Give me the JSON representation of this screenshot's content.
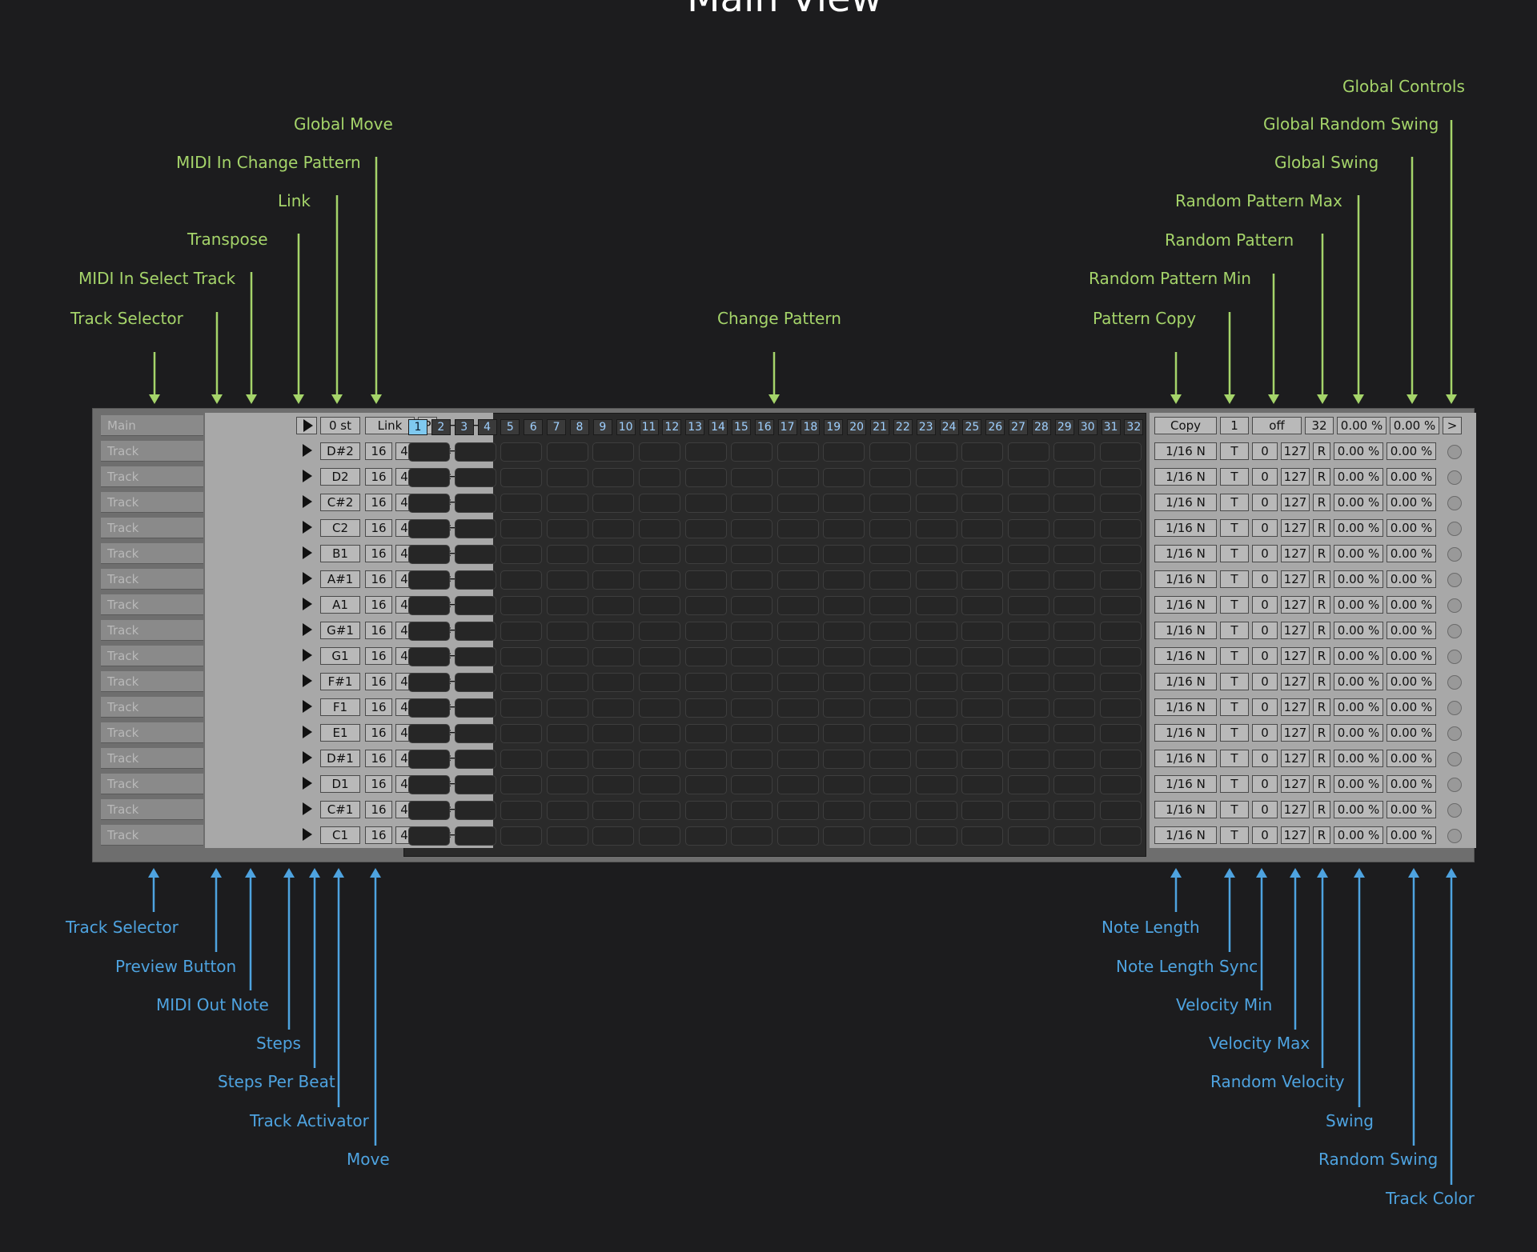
{
  "title": "Main View",
  "colors": {
    "green": "#a5d46a",
    "blue": "#4ea3e0",
    "activator": "#f0a030",
    "pattern_active": "#7fc9f0"
  },
  "main_row": {
    "label": "Main",
    "transpose": "0 st",
    "link": "Link",
    "midi_in_pattern": "P",
    "move_left": "←",
    "move_right": "→",
    "patterns": [
      "1",
      "2",
      "3",
      "4",
      "5",
      "6",
      "7",
      "8",
      "9",
      "10",
      "11",
      "12",
      "13",
      "14",
      "15",
      "16",
      "17",
      "18",
      "19",
      "20",
      "21",
      "22",
      "23",
      "24",
      "25",
      "26",
      "27",
      "28",
      "29",
      "30",
      "31",
      "32"
    ],
    "active_pattern": "1",
    "copy": "Copy",
    "random_min": "1",
    "random": "off",
    "random_max": "32",
    "swing": "0.00 %",
    "random_swing": "0.00 %",
    "global_controls": ">"
  },
  "tracks": [
    {
      "label": "Track",
      "note": "D#2"
    },
    {
      "label": "Track",
      "note": "D2"
    },
    {
      "label": "Track",
      "note": "C#2"
    },
    {
      "label": "Track",
      "note": "C2"
    },
    {
      "label": "Track",
      "note": "B1"
    },
    {
      "label": "Track",
      "note": "A#1"
    },
    {
      "label": "Track",
      "note": "A1"
    },
    {
      "label": "Track",
      "note": "G#1"
    },
    {
      "label": "Track",
      "note": "G1"
    },
    {
      "label": "Track",
      "note": "F#1"
    },
    {
      "label": "Track",
      "note": "F1"
    },
    {
      "label": "Track",
      "note": "E1"
    },
    {
      "label": "Track",
      "note": "D#1"
    },
    {
      "label": "Track",
      "note": "D1"
    },
    {
      "label": "Track",
      "note": "C#1"
    },
    {
      "label": "Track",
      "note": "C1"
    }
  ],
  "track_defaults": {
    "steps": "16",
    "steps_per_beat": "4",
    "note_length": "1/16 N",
    "sync": "T",
    "vel_min": "0",
    "vel_max": "127",
    "random_velocity": "R",
    "swing": "0.00 %",
    "random_swing": "0.00 %"
  },
  "top_labels": [
    {
      "text": "Track Selector",
      "name": "label-track-selector-top"
    },
    {
      "text": "MIDI In Select Track",
      "name": "label-midi-in-select-track"
    },
    {
      "text": "Transpose",
      "name": "label-transpose"
    },
    {
      "text": "Link",
      "name": "label-link"
    },
    {
      "text": "MIDI In Change Pattern",
      "name": "label-midi-in-change-pattern"
    },
    {
      "text": "Global Move",
      "name": "label-global-move"
    },
    {
      "text": "Change Pattern",
      "name": "label-change-pattern"
    },
    {
      "text": "Pattern Copy",
      "name": "label-pattern-copy"
    },
    {
      "text": "Random Pattern Min",
      "name": "label-random-pattern-min"
    },
    {
      "text": "Random Pattern",
      "name": "label-random-pattern"
    },
    {
      "text": "Random Pattern Max",
      "name": "label-random-pattern-max"
    },
    {
      "text": "Global Swing",
      "name": "label-global-swing"
    },
    {
      "text": "Global Random Swing",
      "name": "label-global-random-swing"
    },
    {
      "text": "Global Controls",
      "name": "label-global-controls"
    }
  ],
  "bottom_labels": [
    {
      "text": "Track Selector",
      "name": "label-track-selector-bottom"
    },
    {
      "text": "Preview Button",
      "name": "label-preview-button"
    },
    {
      "text": "MIDI Out Note",
      "name": "label-midi-out-note"
    },
    {
      "text": "Steps",
      "name": "label-steps"
    },
    {
      "text": "Steps Per Beat",
      "name": "label-steps-per-beat"
    },
    {
      "text": "Track Activator",
      "name": "label-track-activator"
    },
    {
      "text": "Move",
      "name": "label-move"
    },
    {
      "text": "Note Length",
      "name": "label-note-length"
    },
    {
      "text": "Note Length Sync",
      "name": "label-note-length-sync"
    },
    {
      "text": "Velocity Min",
      "name": "label-velocity-min"
    },
    {
      "text": "Velocity Max",
      "name": "label-velocity-max"
    },
    {
      "text": "Random Velocity",
      "name": "label-random-velocity"
    },
    {
      "text": "Swing",
      "name": "label-swing"
    },
    {
      "text": "Random Swing",
      "name": "label-random-swing"
    },
    {
      "text": "Track Color",
      "name": "label-track-color"
    }
  ]
}
